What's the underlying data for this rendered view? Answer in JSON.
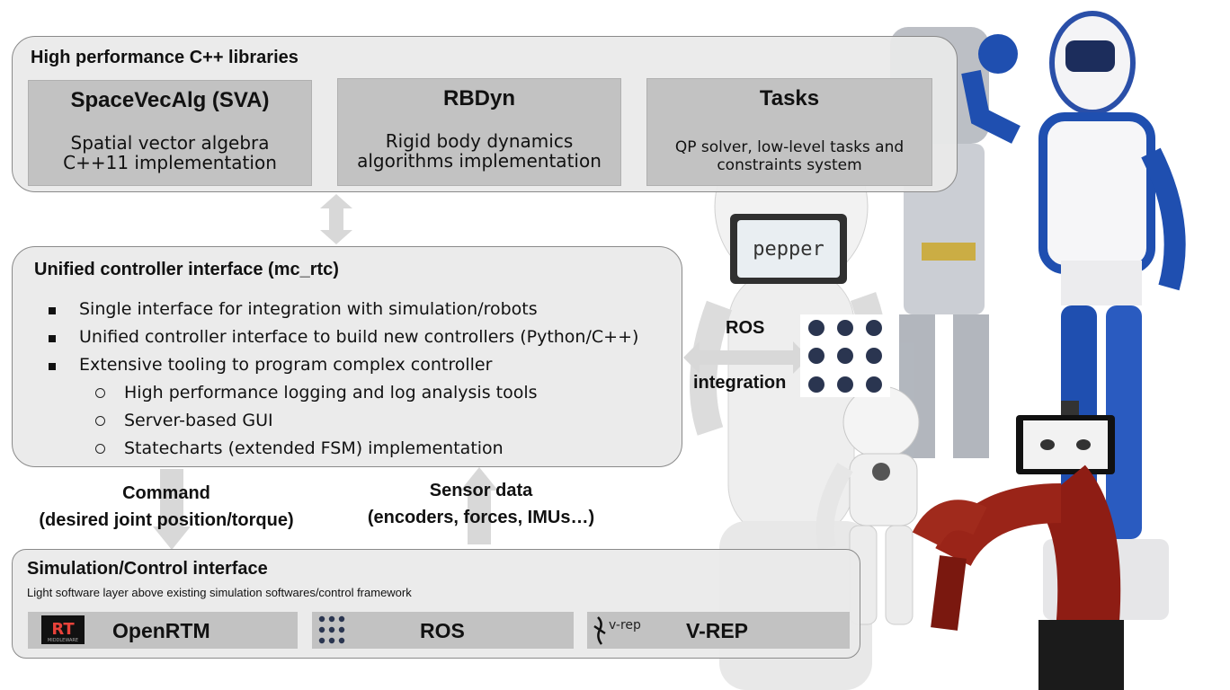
{
  "libraries": {
    "title": "High performance C++ libraries",
    "items": [
      {
        "name": "SpaceVecAlg (SVA)",
        "line1": "Spatial vector algebra",
        "line2": "C++11 implementation"
      },
      {
        "name": "RBDyn",
        "line1": "Rigid body dynamics",
        "line2": "algorithms implementation"
      },
      {
        "name": "Tasks",
        "line1": "QP solver, low-level tasks and",
        "line2": "constraints system"
      }
    ]
  },
  "controller": {
    "title": "Unified controller interface (mc_rtc)",
    "bullets": [
      "Single interface for integration with simulation/robots",
      "Unified controller interface to build new controllers (Python/C++)",
      "Extensive tooling to program complex controller"
    ],
    "sub_bullets": [
      "High performance logging and log analysis tools",
      "Server-based GUI",
      "Statecharts (extended FSM) implementation"
    ]
  },
  "arrows": {
    "command_line1": "Command",
    "command_line2": "(desired joint position/torque)",
    "sensor_line1": "Sensor data",
    "sensor_line2": "(encoders, forces, IMUs…)"
  },
  "ros_integration": {
    "line1": "ROS",
    "line2": "integration"
  },
  "simulation": {
    "title": "Simulation/Control interface",
    "subtitle": "Light software layer above existing simulation softwares/control framework",
    "platforms": [
      {
        "name": "OpenRTM",
        "logo_text": "RT",
        "logo_sub": "MIDDLEWARE"
      },
      {
        "name": "ROS"
      },
      {
        "name": "V-REP",
        "logo_text": "v-rep"
      }
    ]
  },
  "robot_screens": {
    "pepper": "pepper"
  },
  "colors": {
    "panel": "#eaeaea",
    "box": "#c2c2c2",
    "arrow": "#d8d8d8",
    "ros_dot": "#2a3550",
    "robot_blue": "#1f4fb0",
    "robot_red": "#8e1d14"
  }
}
